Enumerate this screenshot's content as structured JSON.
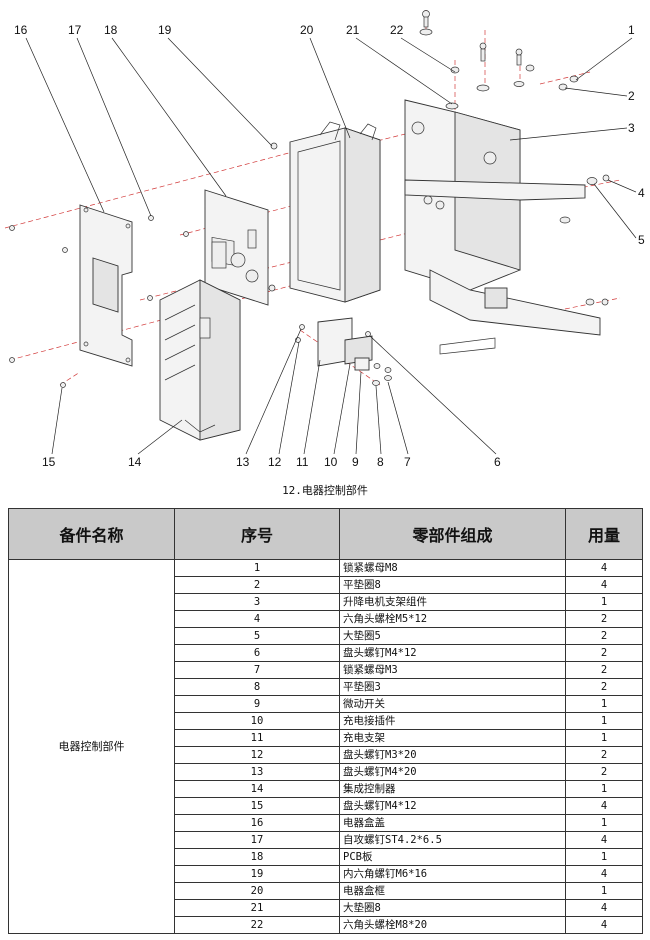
{
  "figure": {
    "callouts": [
      "1",
      "2",
      "3",
      "4",
      "5",
      "6",
      "7",
      "8",
      "9",
      "10",
      "11",
      "12",
      "13",
      "14",
      "15",
      "16",
      "17",
      "18",
      "19",
      "20",
      "21",
      "22"
    ],
    "caption": "12.电器控制部件"
  },
  "table": {
    "headers": [
      "备件名称",
      "序号",
      "零部件组成",
      "用量"
    ],
    "group_name": "电器控制部件",
    "rows": [
      {
        "seq": "1",
        "name": "锁紧螺母M8",
        "qty": "4"
      },
      {
        "seq": "2",
        "name": "平垫圈8",
        "qty": "4"
      },
      {
        "seq": "3",
        "name": "升降电机支架组件",
        "qty": "1"
      },
      {
        "seq": "4",
        "name": "六角头螺栓M5*12",
        "qty": "2"
      },
      {
        "seq": "5",
        "name": "大垫圈5",
        "qty": "2"
      },
      {
        "seq": "6",
        "name": "盘头螺钉M4*12",
        "qty": "2"
      },
      {
        "seq": "7",
        "name": "锁紧螺母M3",
        "qty": "2"
      },
      {
        "seq": "8",
        "name": "平垫圈3",
        "qty": "2"
      },
      {
        "seq": "9",
        "name": "微动开关",
        "qty": "1"
      },
      {
        "seq": "10",
        "name": "充电接插件",
        "qty": "1"
      },
      {
        "seq": "11",
        "name": "充电支架",
        "qty": "1"
      },
      {
        "seq": "12",
        "name": "盘头螺钉M3*20",
        "qty": "2"
      },
      {
        "seq": "13",
        "name": "盘头螺钉M4*20",
        "qty": "2"
      },
      {
        "seq": "14",
        "name": "集成控制器",
        "qty": "1"
      },
      {
        "seq": "15",
        "name": "盘头螺钉M4*12",
        "qty": "4"
      },
      {
        "seq": "16",
        "name": "电器盒盖",
        "qty": "1"
      },
      {
        "seq": "17",
        "name": "自攻螺钉ST4.2*6.5",
        "qty": "4"
      },
      {
        "seq": "18",
        "name": "PCB板",
        "qty": "1"
      },
      {
        "seq": "19",
        "name": "内六角螺钉M6*16",
        "qty": "4"
      },
      {
        "seq": "20",
        "name": "电器盒框",
        "qty": "1"
      },
      {
        "seq": "21",
        "name": "大垫圈8",
        "qty": "4"
      },
      {
        "seq": "22",
        "name": "六角头螺栓M8*20",
        "qty": "4"
      }
    ]
  }
}
